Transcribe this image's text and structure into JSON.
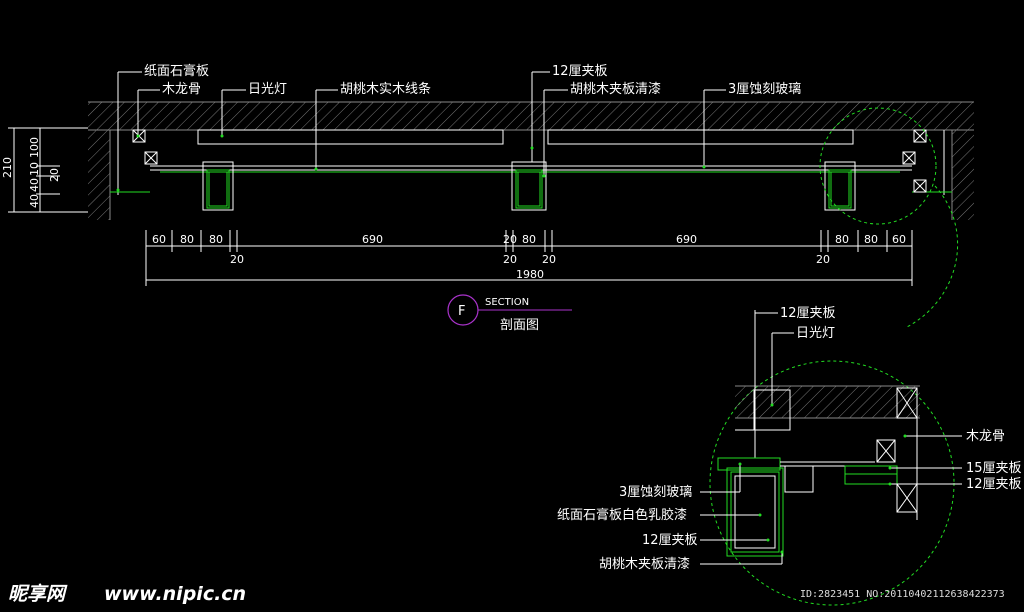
{
  "section": {
    "marker_letter": "F",
    "marker_title": "SECTION",
    "marker_subtitle": "剖面图"
  },
  "top_labels": {
    "gypsum_board": "纸面石膏板",
    "wood_keel": "木龙骨",
    "fluorescent": "日光灯",
    "walnut_strip": "胡桃木实木线条",
    "plywood_12": "12厘夹板",
    "walnut_veneer": "胡桃木夹板清漆",
    "etched_glass": "3厘蚀刻玻璃"
  },
  "left_dims": {
    "total": "210",
    "d100": "100",
    "d10": "10",
    "d40a": "40",
    "d40b": "40",
    "d20": "20"
  },
  "bottom_dims": {
    "row1": [
      "60",
      "80",
      "80",
      "690",
      "20",
      "80",
      "690",
      "80",
      "80",
      "60"
    ],
    "row2": [
      "20",
      "20",
      "20",
      "20"
    ],
    "total": "1980"
  },
  "detail_labels": {
    "plywood_12_top": "12厘夹板",
    "fluorescent": "日光灯",
    "wood_keel": "木龙骨",
    "plywood_15": "15厘夹板",
    "plywood_12_right": "12厘夹板",
    "etched_glass": "3厘蚀刻玻璃",
    "gypsum_latex": "纸面石膏板白色乳胶漆",
    "plywood_12_left": "12厘夹板",
    "walnut_veneer": "胡桃木夹板清漆"
  },
  "watermark": {
    "brand": "昵享网",
    "url": "www.nipic.cn",
    "image_id": "ID:2823451 NO:20110402112638422373"
  },
  "colors": {
    "background": "#000000",
    "line_green": "#22dd22",
    "text": "#ffffff",
    "marker_circle": "#aa33cc"
  }
}
